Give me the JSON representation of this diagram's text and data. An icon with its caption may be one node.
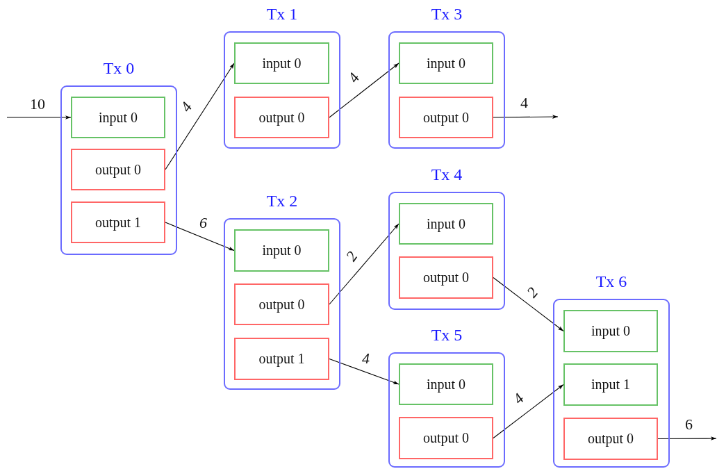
{
  "diagram": {
    "nodes": [
      {
        "text": [
          "Tx 0"
        ]
      },
      {
        "text": [
          "input 0"
        ],
        "in": 0
      },
      {
        "text": [
          "output 0"
        ],
        "in": 0
      },
      {
        "text": [
          "output 1"
        ],
        "in": 0
      },
      {
        "text": [
          "Tx 1"
        ]
      },
      {
        "text": [
          "input 0"
        ],
        "in": 4
      },
      {
        "text": [
          "output 0"
        ],
        "in": 4
      },
      {
        "text": [
          "Tx 3"
        ]
      },
      {
        "text": [
          "input 0"
        ],
        "in": 7
      },
      {
        "text": [
          "output 0"
        ],
        "in": 7
      },
      {
        "text": [
          "Tx 2"
        ]
      },
      {
        "text": [
          "input 0"
        ],
        "in": 10
      },
      {
        "text": [
          "output 0"
        ],
        "in": 10
      },
      {
        "text": [
          "output 1"
        ],
        "in": 10
      },
      {
        "text": [
          "Tx 4"
        ]
      },
      {
        "text": [
          "input 0"
        ],
        "in": 14
      },
      {
        "text": [
          "output 0"
        ],
        "in": 14
      },
      {
        "text": [
          "Tx 5"
        ]
      },
      {
        "text": [
          "input 0"
        ],
        "in": 17
      },
      {
        "text": [
          "output 0"
        ],
        "in": 17
      },
      {
        "text": [
          "Tx 6"
        ]
      },
      {
        "text": [
          "input 0"
        ],
        "in": 20
      },
      {
        "text": [
          "input 1"
        ],
        "in": 20
      },
      {
        "text": [
          "output 0"
        ],
        "in": 20
      }
    ],
    "edges": [
      {
        "from": null,
        "to": 1,
        "arrow": "to",
        "label": "10"
      },
      {
        "from": 2,
        "to": 5,
        "arrow": "to",
        "label": "4"
      },
      {
        "from": 3,
        "to": 11,
        "arrow": "to",
        "label": "6"
      },
      {
        "from": 6,
        "to": 8,
        "arrow": "to",
        "label": "4"
      },
      {
        "from": 9,
        "to": null,
        "arrow": "to",
        "label": "4"
      },
      {
        "from": 12,
        "to": 15,
        "arrow": "to",
        "label": "2"
      },
      {
        "from": 13,
        "to": 18,
        "arrow": "to",
        "label": "4"
      },
      {
        "from": 16,
        "to": 21,
        "arrow": "to",
        "label": "2"
      },
      {
        "from": 19,
        "to": 22,
        "arrow": "to",
        "label": "4"
      },
      {
        "from": 23,
        "to": null,
        "arrow": "to",
        "label": "6"
      }
    ]
  }
}
